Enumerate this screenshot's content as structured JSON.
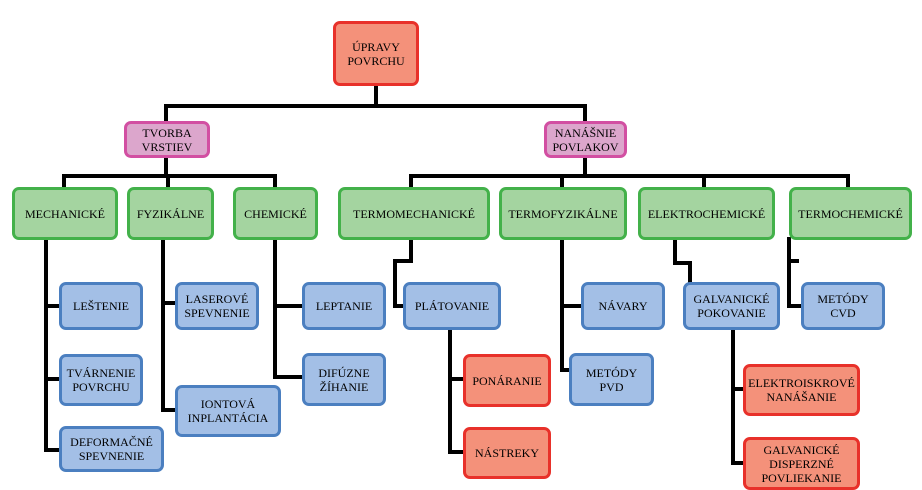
{
  "root": {
    "label": "ÚPRAVY\nPOVRCHU"
  },
  "level1": [
    {
      "label": "TVORBA\nVRSTIEV"
    },
    {
      "label": "NANÁŠNIE\nPOVLAKOV"
    }
  ],
  "level2": [
    {
      "label": "MECHANICKÉ"
    },
    {
      "label": "FYZIKÁLNE"
    },
    {
      "label": "CHEMICKÉ"
    },
    {
      "label": "TERMOMECHANICKÉ"
    },
    {
      "label": "TERMOFYZIKÁLNE"
    },
    {
      "label": "ELEKTROCHEMICKÉ"
    },
    {
      "label": "TERMOCHEMICKÉ"
    }
  ],
  "mechanicke": [
    {
      "label": "LEŠTENIE"
    },
    {
      "label": "TVÁRNENIE\nPOVRCHU"
    },
    {
      "label": "DEFORMAČNÉ\nSPEVNENIE"
    }
  ],
  "fyzikalne": [
    {
      "label": "LASEROVÉ\nSPEVNENIE"
    },
    {
      "label": "IONTOVÁ\nINPLANTÁCIA"
    }
  ],
  "chemicke": [
    {
      "label": "LEPTANIE"
    },
    {
      "label": "DIFÚZNE\nŽÍHANIE"
    }
  ],
  "termomechanicke": [
    {
      "label": "PLÁTOVANIE"
    },
    {
      "label": "PONÁRANIE"
    },
    {
      "label": "NÁSTREKY"
    }
  ],
  "termofyzikalne": [
    {
      "label": "NÁVARY"
    },
    {
      "label": "METÓDY\nPVD"
    }
  ],
  "elektrochemicke": [
    {
      "label": "GALVANICKÉ\nPOKOVANIE"
    },
    {
      "label": "ELEKTROISKROVÉ\nNANÁŠANIE"
    },
    {
      "label": "GALVANICKÉ\nDISPERZNÉ\nPOVLIEKANIE"
    }
  ],
  "termochemicke": [
    {
      "label": "METÓDY\nCVD"
    }
  ],
  "colors": {
    "root_fill": "#f4917a",
    "root_border": "#e8312a",
    "level1_fill": "#dca6cc",
    "level1_border": "#d24fa2",
    "category_fill": "#a4d4a0",
    "category_border": "#43b14a",
    "method_fill": "#a3bfe6",
    "method_border": "#4b7fc0",
    "highlight_fill": "#f4917a",
    "highlight_border": "#e8312a",
    "connector": "#000000"
  }
}
